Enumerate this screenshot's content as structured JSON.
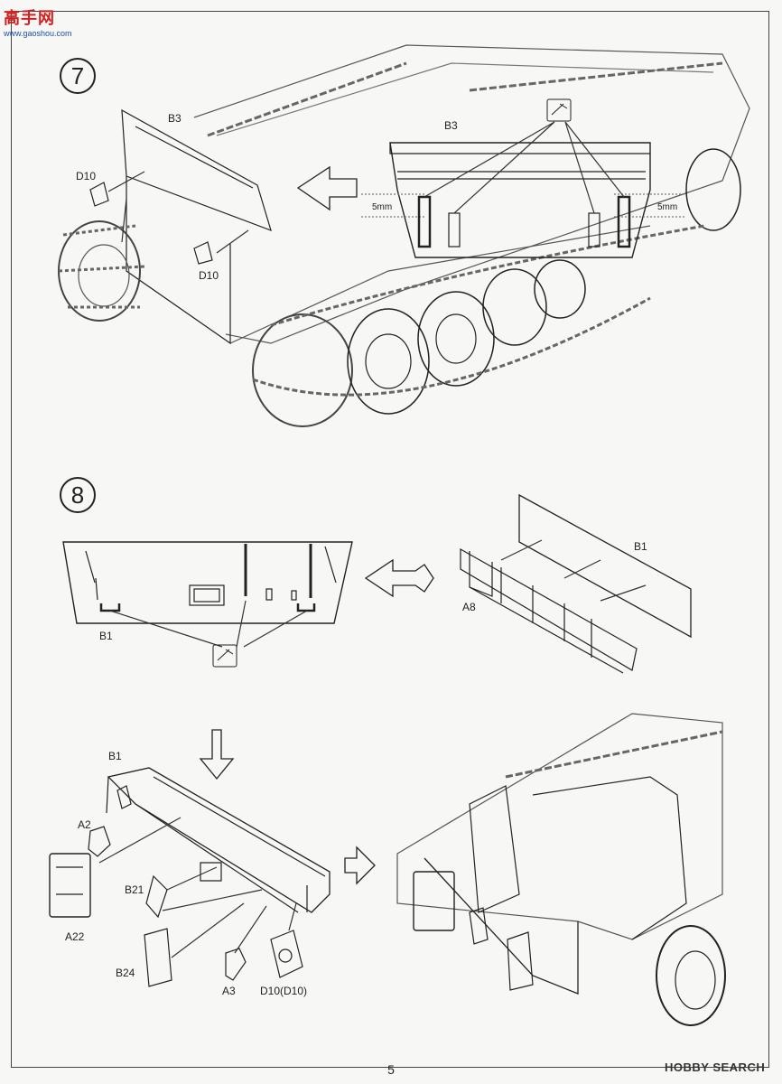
{
  "watermark_top": {
    "cn": "高手网",
    "url": "www.gaoshou.com"
  },
  "watermark_bottom": "HOBBY SEARCH",
  "page_number": "5",
  "steps": [
    {
      "number": "7",
      "labels": {
        "b3_left": "B3",
        "d10_a": "D10",
        "d10_b": "D10",
        "b3_detail": "B3",
        "mm_left": "5mm",
        "mm_right": "5mm"
      }
    },
    {
      "number": "8",
      "labels": {
        "b1_top": "B1",
        "b1_plate": "B1",
        "a8": "A8",
        "b1_lower": "B1",
        "a2": "A2",
        "a22": "A22",
        "b21": "B21",
        "b24": "B24",
        "a3": "A3",
        "d10_pair": "D10(D10)"
      }
    }
  ],
  "colors": {
    "line": "#222222",
    "paper": "#f7f7f5",
    "logo_red": "#d22020",
    "logo_blue": "#1b4fa8"
  },
  "icons": [
    "glue-icon",
    "arrow-left-icon",
    "arrow-down-icon",
    "arrow-right-icon"
  ]
}
